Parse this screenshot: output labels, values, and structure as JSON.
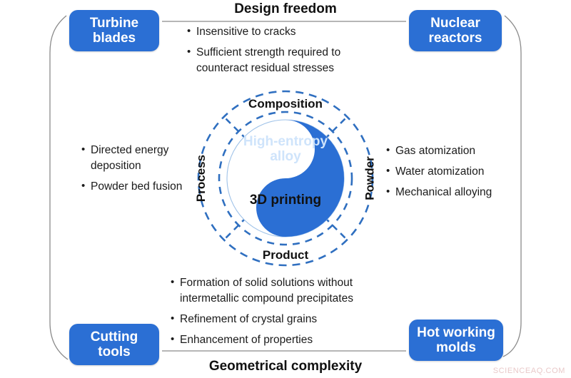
{
  "headings": {
    "top": "Design freedom",
    "bottom": "Geometrical complexity"
  },
  "corner_boxes": [
    {
      "name": "turbine-blades",
      "line1": "Turbine",
      "line2": "blades",
      "position": "top-left"
    },
    {
      "name": "nuclear-reactors",
      "line1": "Nuclear",
      "line2": "reactors",
      "position": "top-right"
    },
    {
      "name": "cutting-tools",
      "line1": "Cutting",
      "line2": "tools",
      "position": "bottom-left"
    },
    {
      "name": "hot-working-molds",
      "line1": "Hot working",
      "line2": "molds",
      "position": "bottom-right"
    }
  ],
  "bullets": {
    "top": [
      "Insensitive to cracks",
      "Sufficient strength required to\ncounteract residual stresses"
    ],
    "left": [
      "Directed energy\ndeposition",
      "Powder bed fusion"
    ],
    "right": [
      "Gas atomization",
      "Water atomization",
      "Mechanical alloying"
    ],
    "bottom": [
      "Formation of solid solutions without\nintermetallic compound precipitates",
      "Refinement of crystal grains",
      "Enhancement of properties"
    ]
  },
  "wheel": {
    "sectors": {
      "top": "Composition",
      "right": "Powder",
      "bottom": "Product",
      "left": "Process"
    },
    "core": {
      "top": "High-entropy\nalloy",
      "bottom": "3D printing"
    }
  },
  "watermark": "SCIENCEAQ.COM",
  "colors": {
    "brand_blue": "#2b6fd4",
    "core_blue": "#2b6fd4",
    "core_text_blue": "#cfe4fb",
    "dashed_ring": "#2f6fc0",
    "frame_gray": "#8a8a8a",
    "text_dark": "#111111",
    "watermark": "#e9c9c9"
  }
}
